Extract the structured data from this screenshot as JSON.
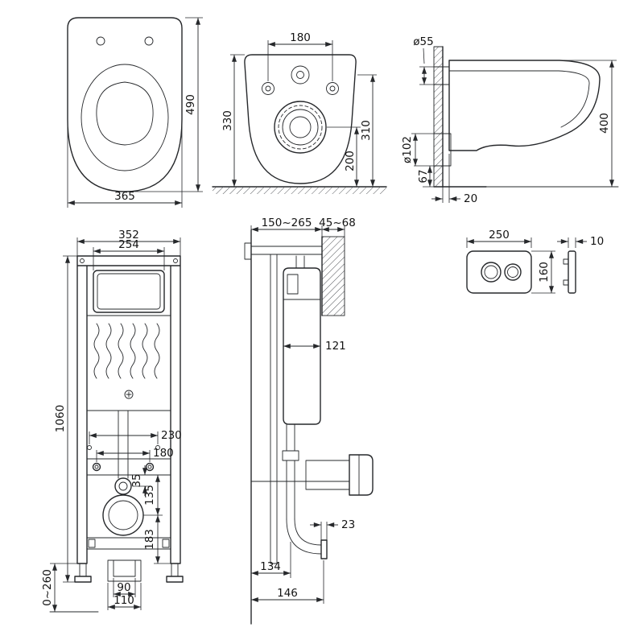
{
  "views": {
    "toilet_top": {
      "width": "365",
      "depth": "490"
    },
    "toilet_front": {
      "bolt_spacing": "180",
      "height_left": "330",
      "height_right": "310",
      "outlet_height": "200"
    },
    "toilet_side": {
      "inlet_dia": "ø55",
      "outlet_dia": "ø102",
      "outlet_offset": "67",
      "height": "400",
      "gap": "20"
    },
    "frame_front": {
      "width": "352",
      "inner_width": "254",
      "height": "1060",
      "supply_spacing": "230",
      "stud_spacing": "180",
      "dim_135": "135",
      "dim_35": "35",
      "dim_183": "183",
      "leg_range": "0~260",
      "outlet_inner": "90",
      "outlet_outer": "110"
    },
    "frame_side": {
      "depth_range": "150~265",
      "bracket_range": "45~68",
      "cistern_depth": "121",
      "flange_offset": "23",
      "outlet_distance": "134",
      "bottom_depth": "146"
    },
    "flush_plate": {
      "width": "250",
      "height": "160",
      "thickness": "10"
    }
  }
}
